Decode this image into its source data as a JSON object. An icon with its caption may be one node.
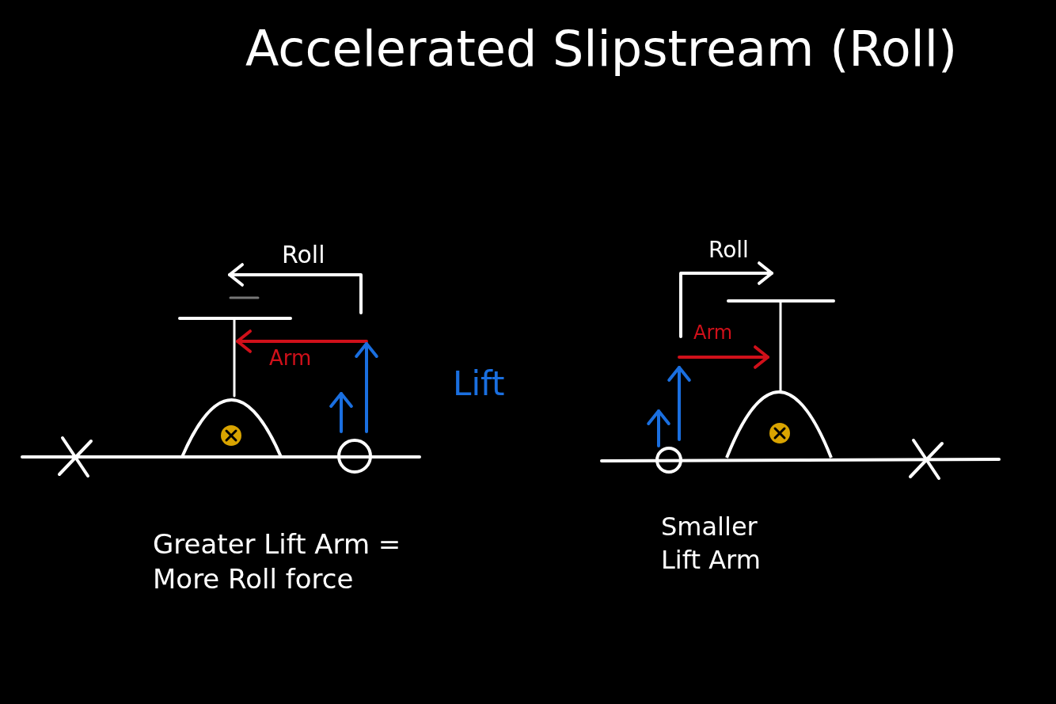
{
  "diagram": {
    "title": "Accelerated Slipstream (Roll)",
    "labels": [
      "Roll",
      "Arm",
      "Lift",
      "Roll",
      "Arm",
      "Greater Lift Arm = More Roll force",
      "Smaller Lift Arm"
    ]
  }
}
